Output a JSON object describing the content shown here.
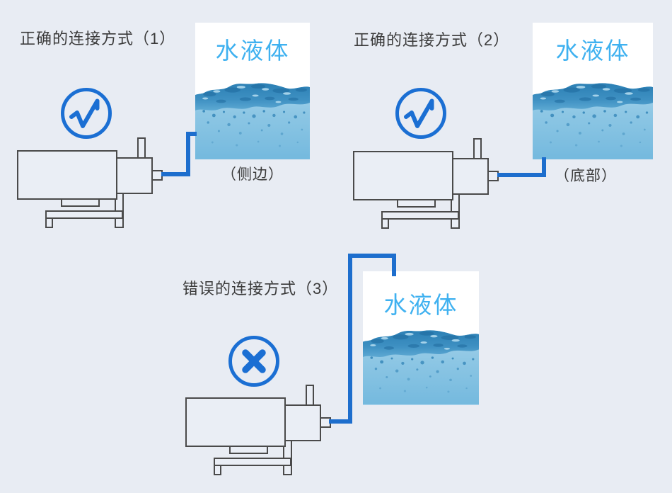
{
  "page": {
    "background_color": "#e8ecf3"
  },
  "colors": {
    "accent_blue": "#1b6fd3",
    "pipe_blue": "#1d6ecd",
    "machine_outline": "#4a4a4a",
    "water_text_blue": "#3fb1f0",
    "title_text": "#3b3b3b",
    "water_dark": "#2b7fb4",
    "water_light": "#a6d2ea"
  },
  "sections": [
    {
      "title": "正确的连接方式（1）",
      "mark_icon": "check-icon",
      "tank_label": "水液体",
      "position_label": "（侧边）"
    },
    {
      "title": "正确的连接方式（2）",
      "mark_icon": "check-icon",
      "tank_label": "水液体",
      "position_label": "（底部）"
    },
    {
      "title": "错误的连接方式（3）",
      "mark_icon": "cross-icon",
      "tank_label": "水液体",
      "position_label": ""
    }
  ]
}
